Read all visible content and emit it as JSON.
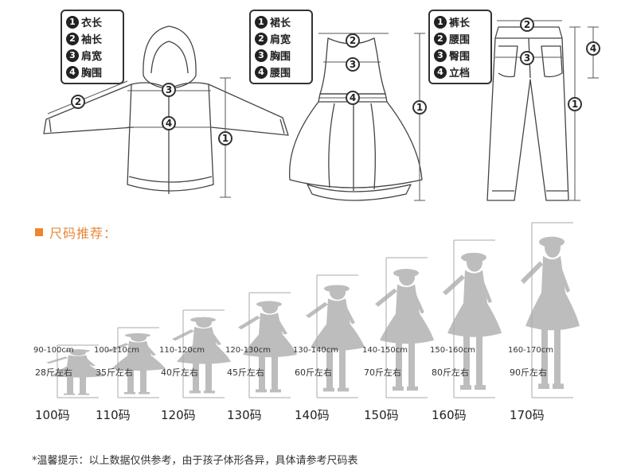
{
  "legends": {
    "jacket": [
      {
        "n": "1",
        "label": "衣长"
      },
      {
        "n": "2",
        "label": "袖长"
      },
      {
        "n": "3",
        "label": "肩宽"
      },
      {
        "n": "4",
        "label": "胸围"
      }
    ],
    "dress": [
      {
        "n": "1",
        "label": "裙长"
      },
      {
        "n": "2",
        "label": "肩宽"
      },
      {
        "n": "3",
        "label": "胸围"
      },
      {
        "n": "4",
        "label": "腰围"
      }
    ],
    "pants": [
      {
        "n": "1",
        "label": "裤长"
      },
      {
        "n": "2",
        "label": "腰围"
      },
      {
        "n": "3",
        "label": "臀围"
      },
      {
        "n": "4",
        "label": "立档"
      }
    ]
  },
  "section_title": "尺码推荐：",
  "sizes": [
    {
      "range": "90-100cm",
      "weight": "28斤左右",
      "label": "100码",
      "level": 0.3
    },
    {
      "range": "100-110cm",
      "weight": "35斤左右",
      "label": "110码",
      "level": 0.4
    },
    {
      "range": "110-120cm",
      "weight": "40斤左右",
      "label": "120码",
      "level": 0.5
    },
    {
      "range": "120-130cm",
      "weight": "45斤左右",
      "label": "130码",
      "level": 0.6
    },
    {
      "range": "130-140cm",
      "weight": "60斤左右",
      "label": "140码",
      "level": 0.7
    },
    {
      "range": "140-150cm",
      "weight": "70斤左右",
      "label": "150码",
      "level": 0.8
    },
    {
      "range": "150-160cm",
      "weight": "80斤左右",
      "label": "160码",
      "level": 0.9
    },
    {
      "range": "160-170cm",
      "weight": "90斤左右",
      "label": "170码",
      "level": 1.0
    }
  ],
  "tip": "*温馨提示：以上数据仅供参考，由于孩子体形各异，具体请参考尺码表",
  "colors": {
    "accent": "#f0842c",
    "silhouette": "#bdbdbd",
    "line": "#555555"
  }
}
